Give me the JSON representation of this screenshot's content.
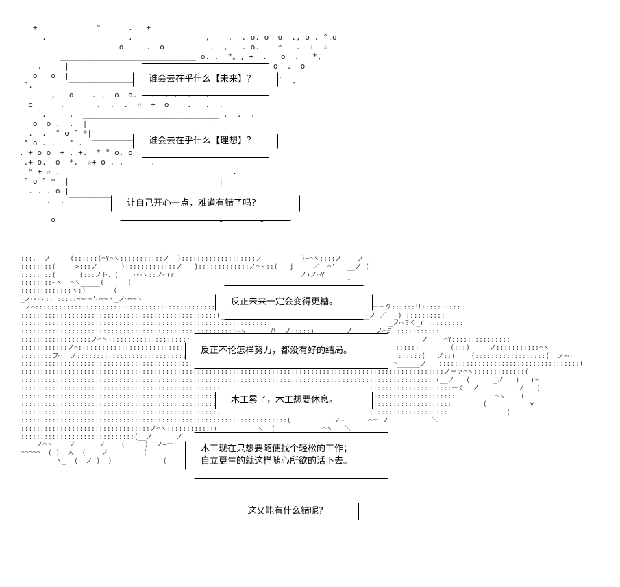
{
  "decor": {
    "stars_art": "   +             °      .   +                                           \n     .                  .                ,    .  . o. o  o  ., o . °.o\n                      o     .  o          .  ,   . o.    *   .  +  ☆\n         ______________________________ o. .  *。, +  .   o  .   *,\n    .     |                           |       .  .. o.  o  .  o\n   o   o  |                           |         . o ° o. .\n °.        ‾‾‾‾‾‾‾‾‾‾‾‾‾‾‾‾‾‾‾‾‾‾‾‾‾‾‾‾‾ .  . .      . o.   °\n       ,   o    . .  o  o.  *.  . .  ☆   +\n  o      .       .  .  .  ☆  +  o    .   .  .\n     .     .  ______________________________ .  .  .\n   o  o .  .  |                           |  .   .\n  .  .  ° o ° *|                           |     o\n ° o . .   ° .  ‾‾‾‾‾‾‾‾‾‾‾‾‾‾‾‾‾‾‾‾‾‾‾‾‾‾‾‾  .\n. + o o  + . +.  * ° o. o + .  .   .\n .+ o.  o  *.  ☆+ o . .      .\n  ° + ☆ .  __________________________________  .\n ° o ° *  |                                 |\n  . . . o |                                 |\n      .  . ‾‾‾‾‾‾‾‾‾‾‾‾‾‾‾‾‾‾‾‾‾‾‾‾‾‾‾‾‾‾‾‾‾‾‾\n                                                         .\n       o                                    o        o",
    "cloud_art": ":::.  ノ     (::::::(⌒Y⌒ヽ:::::::::::ノ  ):::::::::::::::::::ノ          )~⌒ヽ::::ノ    ノ\n::::::::(     >:::ノ      ):::::::::::::ノ   }:::::::::::::ノ⌒ヽ::(   j     ／  ⌒'   __ノ (\n::::::::(      (:::ノト、(    ⌒⌒ヽ::ノ⌒(r                                ノ)ノ⌒Y\n::::::::~ヽ  ⌒ヽ_____(      (                                                       ¨\n:::::::::::::ヽ:)       (                                                      __ノ~~⌒ヽ\n_ノ⌒⌒ヽ::::::::~~⌒~'⌒~~ヽ_ノ⌒~~ヽ                                         __ノ\n_ノ⌒::::::::::::::::::::::::::::::::::::::::::::::::                                    r~ーーク::::::リ::::::::::\n::::::::::::::::::::::::::::::::::::::::::::::::::(__                                (___ノ ／  _) ::::::::::\n:::::::::::::::::::::::::::::::::::::::::::::::::::::::::::::::                               _ノ⌒ミく_r :::::::::\n:::::::::::::::::::::::::::::::::::::::::::::::::::::::~ヽ__    八__ノ:::::)__      ノ    __ノ⌒ミ :::::::::::\n::::::::::::::::::ノ⌒ヽ::::::::::::::::::::::::::::::::::::::::::::::::::::::::::::::::::::::::        ノ    ⌒Y:::::::::::::::\n::::::::::::ノ⌒:::::::::::::::::::::::::::::::::::::::::::::::::::::::::::::::::::::::::::::::::::::::        (:::)     ノ:::::::::::⌒ヽ\n::::::::フ⌒  ノ::::::::::::::::::::::::::::::::::::::::::::::::::::::::::::::::::::::::::::::::::::::::(   ノ::(    (::::::::::::::::::(  ノ~⌒\n:::::::::::::::::::::::::::::::::::::::::::::::::::::::::::::::::::::::::::::::::::::::::::::::⌒______ノ   ::::::::::::::::::::::::::::::::::::(\n::::::::::::::::::::::::::::::::::::::::::::::::::::::::::::::::::::::::::::::::::::::::::::::::::::::::::::ノーァ⌒ヽ:::::::::::::(\n::::::::::::::::::::::::::::::::::::::::::::::::::::::::::::::::::::::::::::::::::::::::::::::::::::::::::(__ノ   (      _ノ   )   r~\n::::::::::::::::::::::::::::::::::::::::::::::::::::::::::::::::::::::::::::::::::::::::::::::::::::::::::::::ーく  ノ          ノ   (\n:::::::::::::::::::::::::::::::::::::::::::::::::::::::::::::::::::::::::::::::::::::::::::::::::::::::::::::::          ⌒ヽ    (\n::::::::::::::::::::::::::::::::::::::::::::::::::::::::::::::::::::::::::::::::::::::::::::::::::::::::::::::        (           y\n:::::::::::::::::::::::::::::::::::::::::::::::::::::::::::::::::::::::::::::::::::::::::::::::::::::::::::::         ____  (\n::::::::::::::::::::::::::::::::::::::::::::::::::::::::::::::::::::(_____    __ノ~      ⌒ー ノ           ＼\n:::::::::::::::::::::::::::::::::ノ⌒ヽ::::::::::::(          ヽ__(            ⌒ヽ   ＼\n:::::::::::::::::::::::::::::(__ノ      ノ   ⌒(    ノ__     _ノ   ⌒ヽ    (      ノ\n____ノ⌒ヽ    ノ      ノ    (     )  ノ―ー'  (       (__   ノ   ノ\n⌒⌒⌒⌒⌒  ( )  人  (    ノ         (          (     ヽ_      く\n         ヽ_  (  ノ )  )             (            ___       ＼"
  },
  "bubbles": [
    {
      "lines": [
        "谁会去在乎什么【未来】？"
      ]
    },
    {
      "lines": [
        "谁会去在乎什么【理想】？"
      ]
    },
    {
      "lines": [
        "让自己开心一点，难道有错了吗？"
      ]
    },
    {
      "lines": [
        "反正未来一定会变得更糟。"
      ]
    },
    {
      "lines": [
        "反正不论怎样努力，都没有好的结局。"
      ]
    },
    {
      "lines": [
        "木工累了，木工想要休息。"
      ]
    },
    {
      "lines": [
        "木工现在只想要随便找个轻松的工作；",
        "自立更生的就这样随心所欲的活下去。"
      ]
    },
    {
      "lines": [
        "这又能有什么错呢？"
      ]
    }
  ]
}
